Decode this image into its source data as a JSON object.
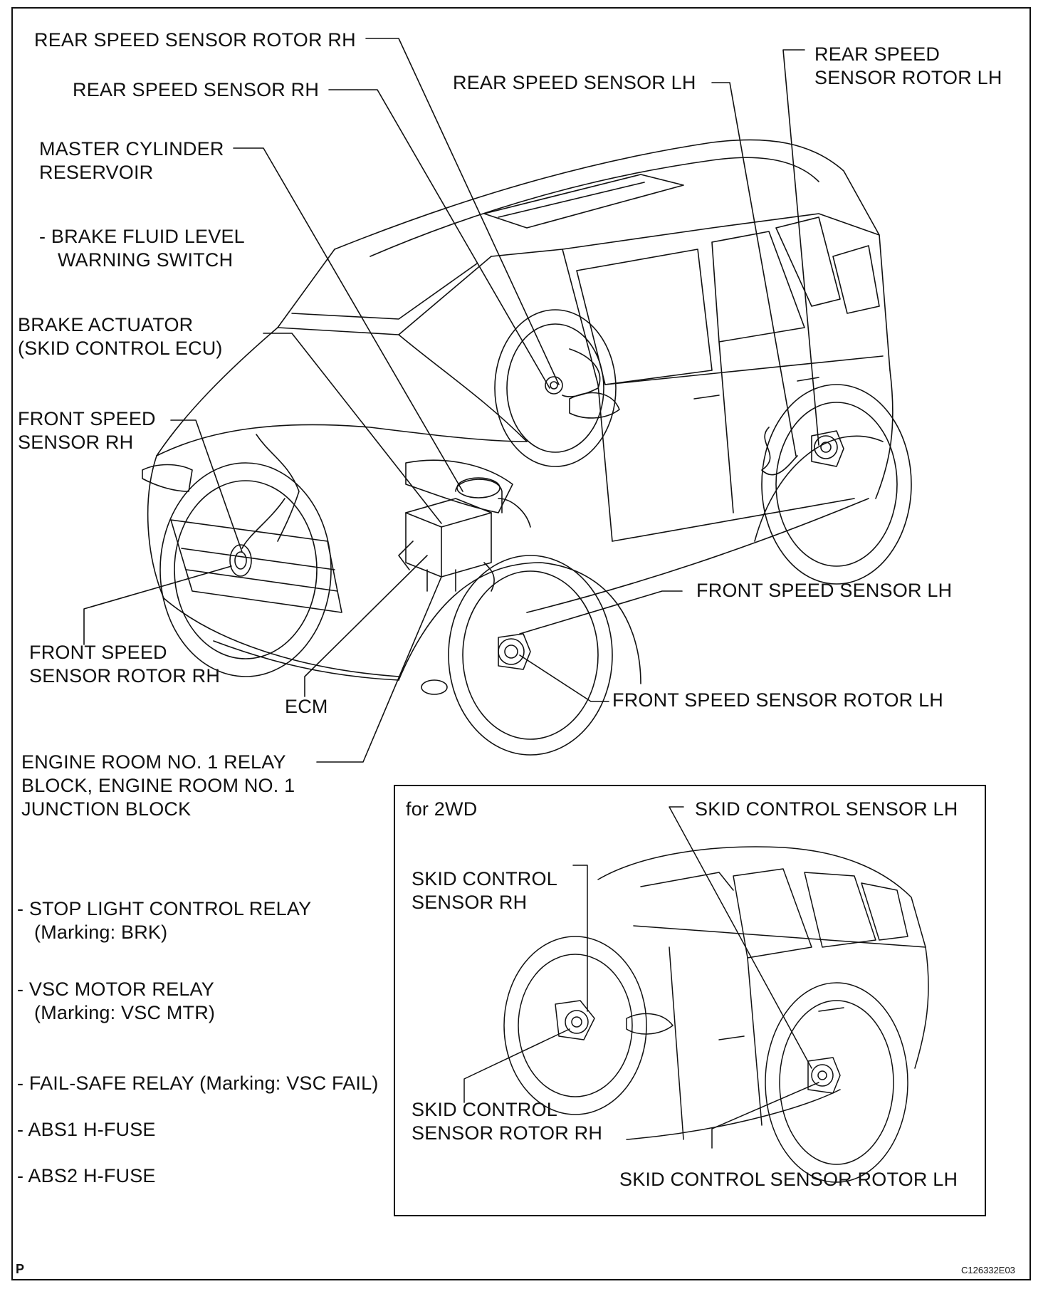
{
  "labels": {
    "rear_speed_sensor_rotor_rh": "REAR SPEED SENSOR ROTOR RH",
    "rear_speed_sensor_rh": "REAR SPEED SENSOR RH",
    "rear_speed_sensor_lh": "REAR SPEED SENSOR LH",
    "rear_speed_sensor_rotor_lh": [
      "REAR SPEED",
      "SENSOR ROTOR LH"
    ],
    "master_cylinder_reservoir": [
      "MASTER CYLINDER",
      "RESERVOIR"
    ],
    "brake_fluid_level_warning_switch": [
      "- BRAKE FLUID LEVEL",
      "WARNING SWITCH"
    ],
    "brake_actuator": [
      "BRAKE ACTUATOR",
      "(SKID CONTROL ECU)"
    ],
    "front_speed_sensor_rh": [
      "FRONT SPEED",
      "SENSOR RH"
    ],
    "front_speed_sensor_rotor_rh": [
      "FRONT SPEED",
      "SENSOR ROTOR RH"
    ],
    "ecm": "ECM",
    "front_speed_sensor_lh": "FRONT SPEED SENSOR LH",
    "front_speed_sensor_rotor_lh": "FRONT SPEED SENSOR ROTOR LH",
    "engine_room_relay_block": [
      "ENGINE ROOM NO. 1 RELAY",
      "BLOCK, ENGINE ROOM NO. 1",
      "JUNCTION BLOCK"
    ],
    "stop_light_control_relay": [
      "- STOP LIGHT CONTROL RELAY",
      "(Marking: BRK)"
    ],
    "vsc_motor_relay": [
      "- VSC MOTOR RELAY",
      "(Marking: VSC MTR)"
    ],
    "fail_safe_relay": "- FAIL-SAFE RELAY (Marking: VSC FAIL)",
    "abs1_h_fuse": "- ABS1 H-FUSE",
    "abs2_h_fuse": "- ABS2 H-FUSE"
  },
  "inset": {
    "title": "for 2WD",
    "skid_control_sensor_lh": "SKID CONTROL SENSOR LH",
    "skid_control_sensor_rh": [
      "SKID CONTROL",
      "SENSOR RH"
    ],
    "skid_control_sensor_rotor_rh": [
      "SKID CONTROL",
      "SENSOR ROTOR RH"
    ],
    "skid_control_sensor_rotor_lh": "SKID CONTROL SENSOR ROTOR LH"
  },
  "footer": {
    "page_mark": "P",
    "figure_code": "C126332E03"
  },
  "colors": {
    "ink": "#111111",
    "paper": "#ffffff"
  }
}
